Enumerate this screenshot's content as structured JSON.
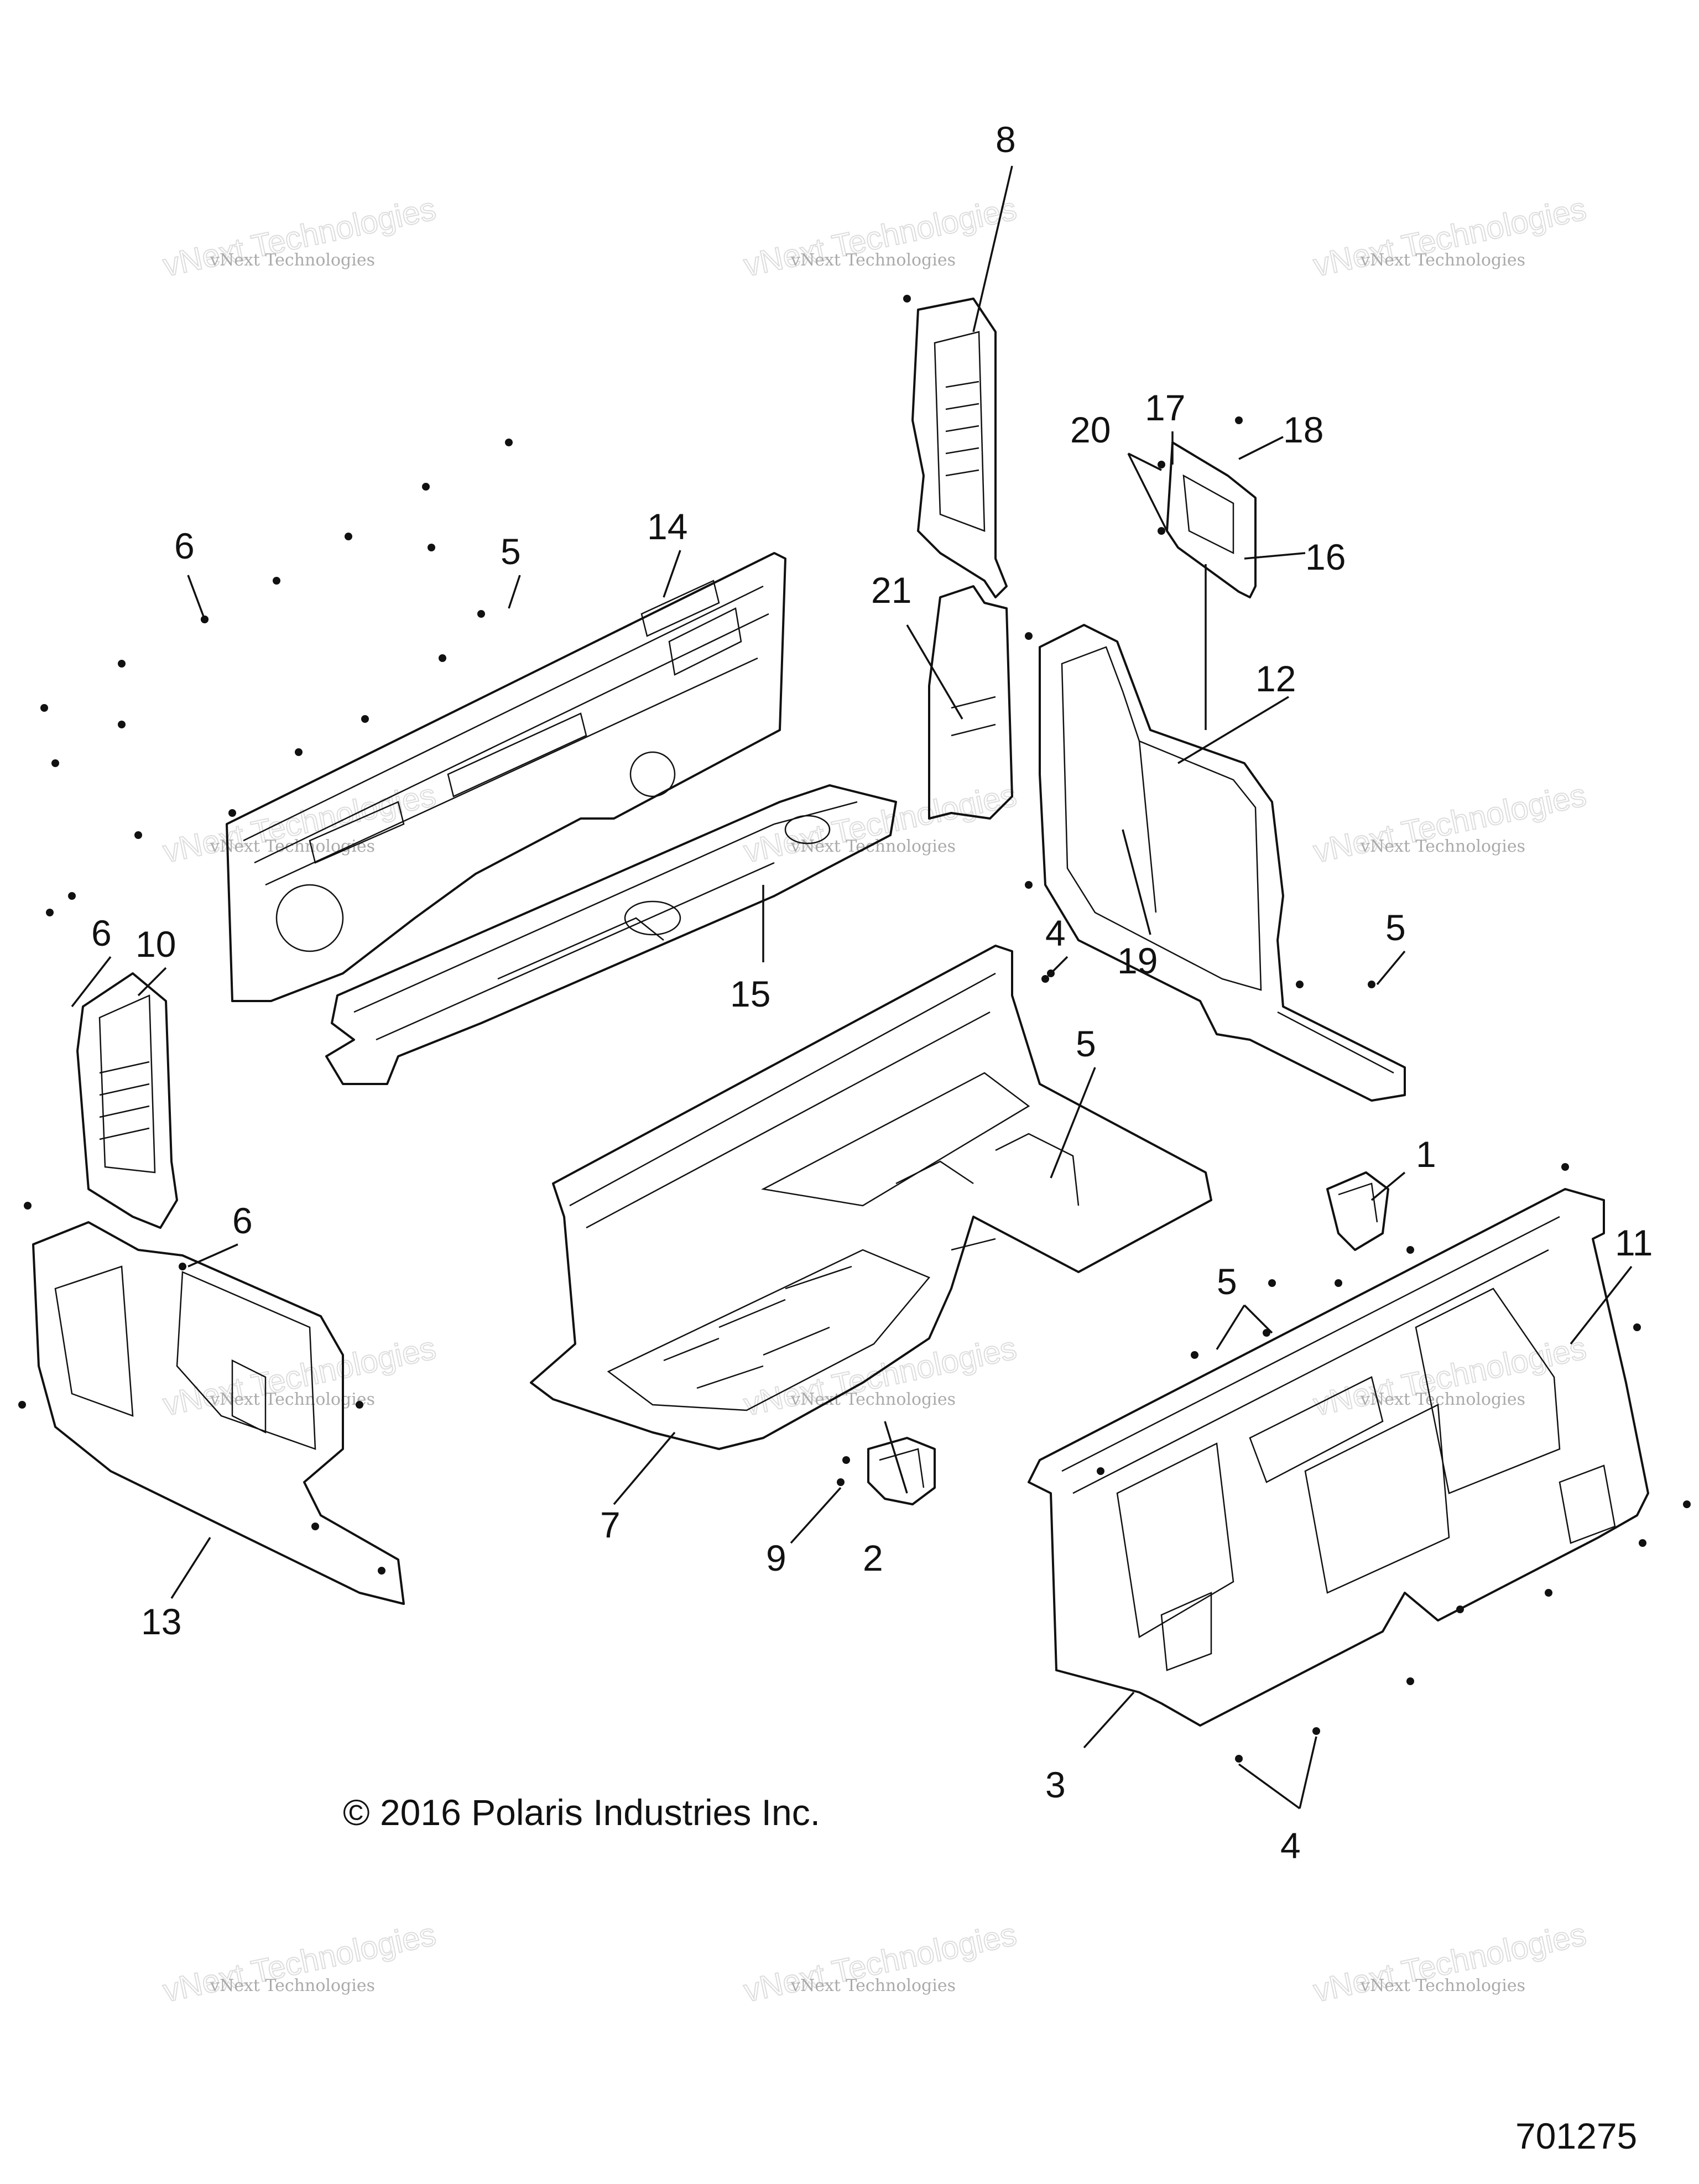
{
  "callouts": [
    {
      "label": "1"
    },
    {
      "label": "2"
    },
    {
      "label": "3"
    },
    {
      "label": "4"
    },
    {
      "label": "4"
    },
    {
      "label": "5"
    },
    {
      "label": "5"
    },
    {
      "label": "5"
    },
    {
      "label": "5"
    },
    {
      "label": "6"
    },
    {
      "label": "6"
    },
    {
      "label": "6"
    },
    {
      "label": "7"
    },
    {
      "label": "8"
    },
    {
      "label": "9"
    },
    {
      "label": "10"
    },
    {
      "label": "11"
    },
    {
      "label": "12"
    },
    {
      "label": "13"
    },
    {
      "label": "14"
    },
    {
      "label": "15"
    },
    {
      "label": "16"
    },
    {
      "label": "17"
    },
    {
      "label": "18"
    },
    {
      "label": "19"
    },
    {
      "label": "20"
    },
    {
      "label": "21"
    }
  ],
  "copyright": "© 2016 Polaris Industries Inc.",
  "figure_number": "701275",
  "watermark": {
    "line1": "vNext Technologies",
    "line2": "vNext Technologies"
  }
}
